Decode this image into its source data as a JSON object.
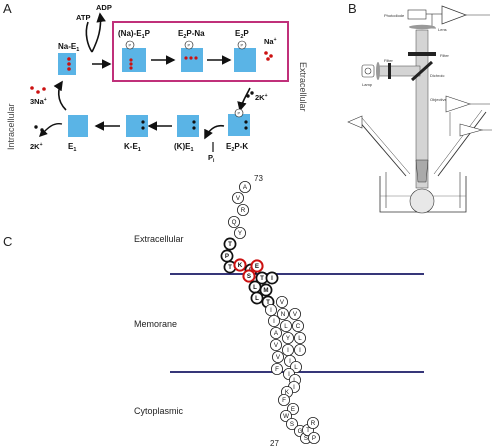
{
  "panels": {
    "a": "A",
    "b": "B",
    "c": "C"
  },
  "cycle": {
    "side_left": "Intracellular",
    "side_right": "Extracellular",
    "atp": "ATP",
    "adp": "ADP",
    "na_e1": "Na-E",
    "na_e1_sub": "1",
    "na_e1p": "(Na)-E",
    "na_e1p_sub": "1",
    "na_e1p_tail": "P",
    "e2p_na": "E",
    "e2p_na_sub": "2",
    "e2p_na_tail": "P-Na",
    "e2p": "E",
    "e2p_sub": "2",
    "e2p_tail": "P",
    "na_out": "Na",
    "na_out_sup": "+",
    "k_in_2": "2K",
    "k_in_sup": "+",
    "e2p_k": "E",
    "e2p_k_sub": "2",
    "e2p_k_tail": "P-K",
    "k_e1_occ": "(K)E",
    "k_e1_occ_sub": "1",
    "pi": "P",
    "pi_sub": "i",
    "k_e1": "K-E",
    "k_e1_sub": "1",
    "e1": "E",
    "e1_sub": "1",
    "na3": "3Na",
    "na3_sup": "+",
    "k2_out": "2K",
    "k2_out_sup": "+",
    "p_marker": "P"
  },
  "setup": {
    "photodiode": "Photodiode",
    "lens_top": "Lens",
    "filter_top": "Filter",
    "filter_left": "Filter",
    "dichroic": "Dichroic",
    "lamp": "Lamp",
    "objective": "Objective"
  },
  "sequence": {
    "extracellular": "Extracellular",
    "membrane": "Memorane",
    "cytoplasmic": "Cytoplasmic",
    "num_top": "73",
    "num_bottom": "27",
    "membrane_color": "#1a1a66",
    "highlight_color": "#cc1111",
    "ion_color": "#cc1111",
    "pump_color": "#5ab4e6",
    "frame_color": "#c0307a",
    "residues": [
      {
        "r": "A",
        "style": "normal"
      },
      {
        "r": "V",
        "style": "normal"
      },
      {
        "r": "R",
        "style": "normal"
      },
      {
        "r": "Q",
        "style": "normal"
      },
      {
        "r": "Y",
        "style": "normal"
      },
      {
        "r": "T",
        "style": "bold"
      },
      {
        "r": "P",
        "style": "bold"
      },
      {
        "r": "T",
        "style": "bold"
      },
      {
        "r": "K",
        "style": "red"
      },
      {
        "r": "E",
        "style": "bold"
      },
      {
        "r": "E",
        "style": "red"
      },
      {
        "r": "S",
        "style": "red"
      },
      {
        "r": "T",
        "style": "bold"
      },
      {
        "r": "I",
        "style": "bold"
      },
      {
        "r": "L",
        "style": "bold"
      },
      {
        "r": "M",
        "style": "bold"
      },
      {
        "r": "L",
        "style": "bold"
      },
      {
        "r": "T",
        "style": "bold"
      },
      {
        "r": "V",
        "style": "normal"
      },
      {
        "r": "I",
        "style": "normal"
      },
      {
        "r": "N",
        "style": "normal"
      },
      {
        "r": "V",
        "style": "normal"
      },
      {
        "r": "I",
        "style": "normal"
      },
      {
        "r": "L",
        "style": "normal"
      },
      {
        "r": "C",
        "style": "normal"
      },
      {
        "r": "A",
        "style": "normal"
      },
      {
        "r": "Y",
        "style": "normal"
      },
      {
        "r": "L",
        "style": "normal"
      },
      {
        "r": "V",
        "style": "normal"
      },
      {
        "r": "I",
        "style": "normal"
      },
      {
        "r": "I",
        "style": "normal"
      },
      {
        "r": "V",
        "style": "normal"
      },
      {
        "r": "I",
        "style": "normal"
      },
      {
        "r": "L",
        "style": "normal"
      },
      {
        "r": "F",
        "style": "normal"
      },
      {
        "r": "I",
        "style": "normal"
      },
      {
        "r": "L",
        "style": "normal"
      },
      {
        "r": "I",
        "style": "normal"
      },
      {
        "r": "K",
        "style": "normal"
      },
      {
        "r": "F",
        "style": "normal"
      },
      {
        "r": "E",
        "style": "normal"
      },
      {
        "r": "W",
        "style": "normal"
      },
      {
        "r": "S",
        "style": "normal"
      },
      {
        "r": "G",
        "style": "normal"
      },
      {
        "r": "S",
        "style": "normal"
      },
      {
        "r": "T",
        "style": "normal"
      },
      {
        "r": "R",
        "style": "normal"
      },
      {
        "r": "P",
        "style": "normal"
      }
    ]
  }
}
